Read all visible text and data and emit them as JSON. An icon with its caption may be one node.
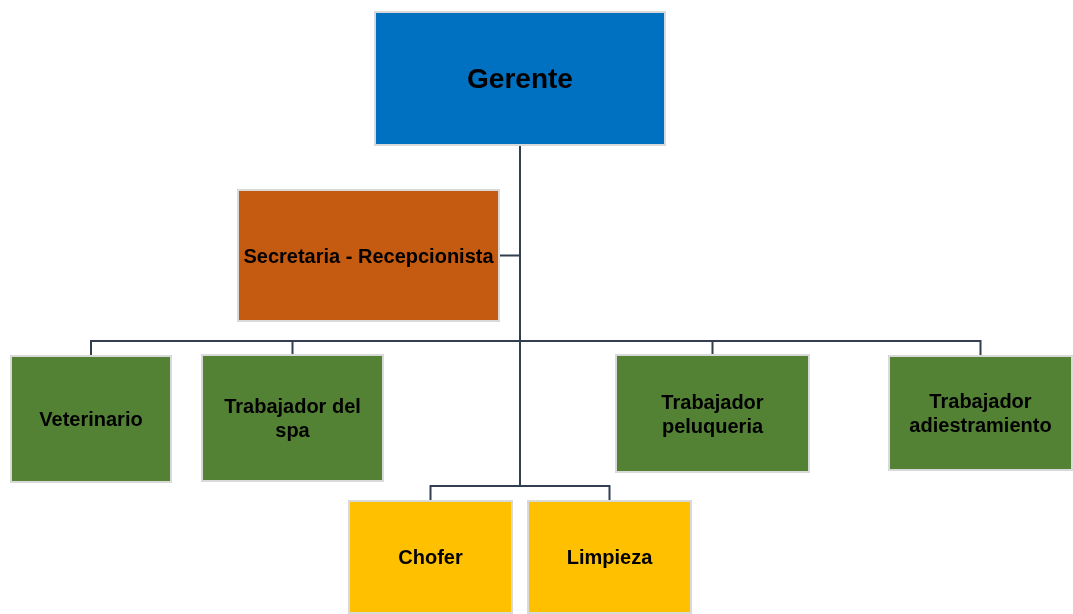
{
  "diagram": {
    "nodes": [
      {
        "text": [
          "Gerente"
        ]
      },
      {
        "text": [
          "Secretaria - Recepcionista"
        ]
      },
      {
        "text": [
          "Veterinario"
        ]
      },
      {
        "text": [
          "Trabajador del spa"
        ]
      },
      {
        "text": [
          "Trabajador peluqueria"
        ]
      },
      {
        "text": [
          "Trabajador adiestramiento"
        ]
      },
      {
        "text": [
          "Chofer"
        ]
      },
      {
        "text": [
          "Limpieza"
        ]
      }
    ],
    "edges": [
      {
        "from": 0,
        "to": 1,
        "arrow": "none"
      },
      {
        "from": 0,
        "to": 2,
        "arrow": "none"
      },
      {
        "from": 0,
        "to": 3,
        "arrow": "none"
      },
      {
        "from": 0,
        "to": 4,
        "arrow": "none"
      },
      {
        "from": 0,
        "to": 5,
        "arrow": "none"
      },
      {
        "from": 0,
        "to": 6,
        "arrow": "none"
      },
      {
        "from": 0,
        "to": 7,
        "arrow": "none"
      }
    ]
  }
}
